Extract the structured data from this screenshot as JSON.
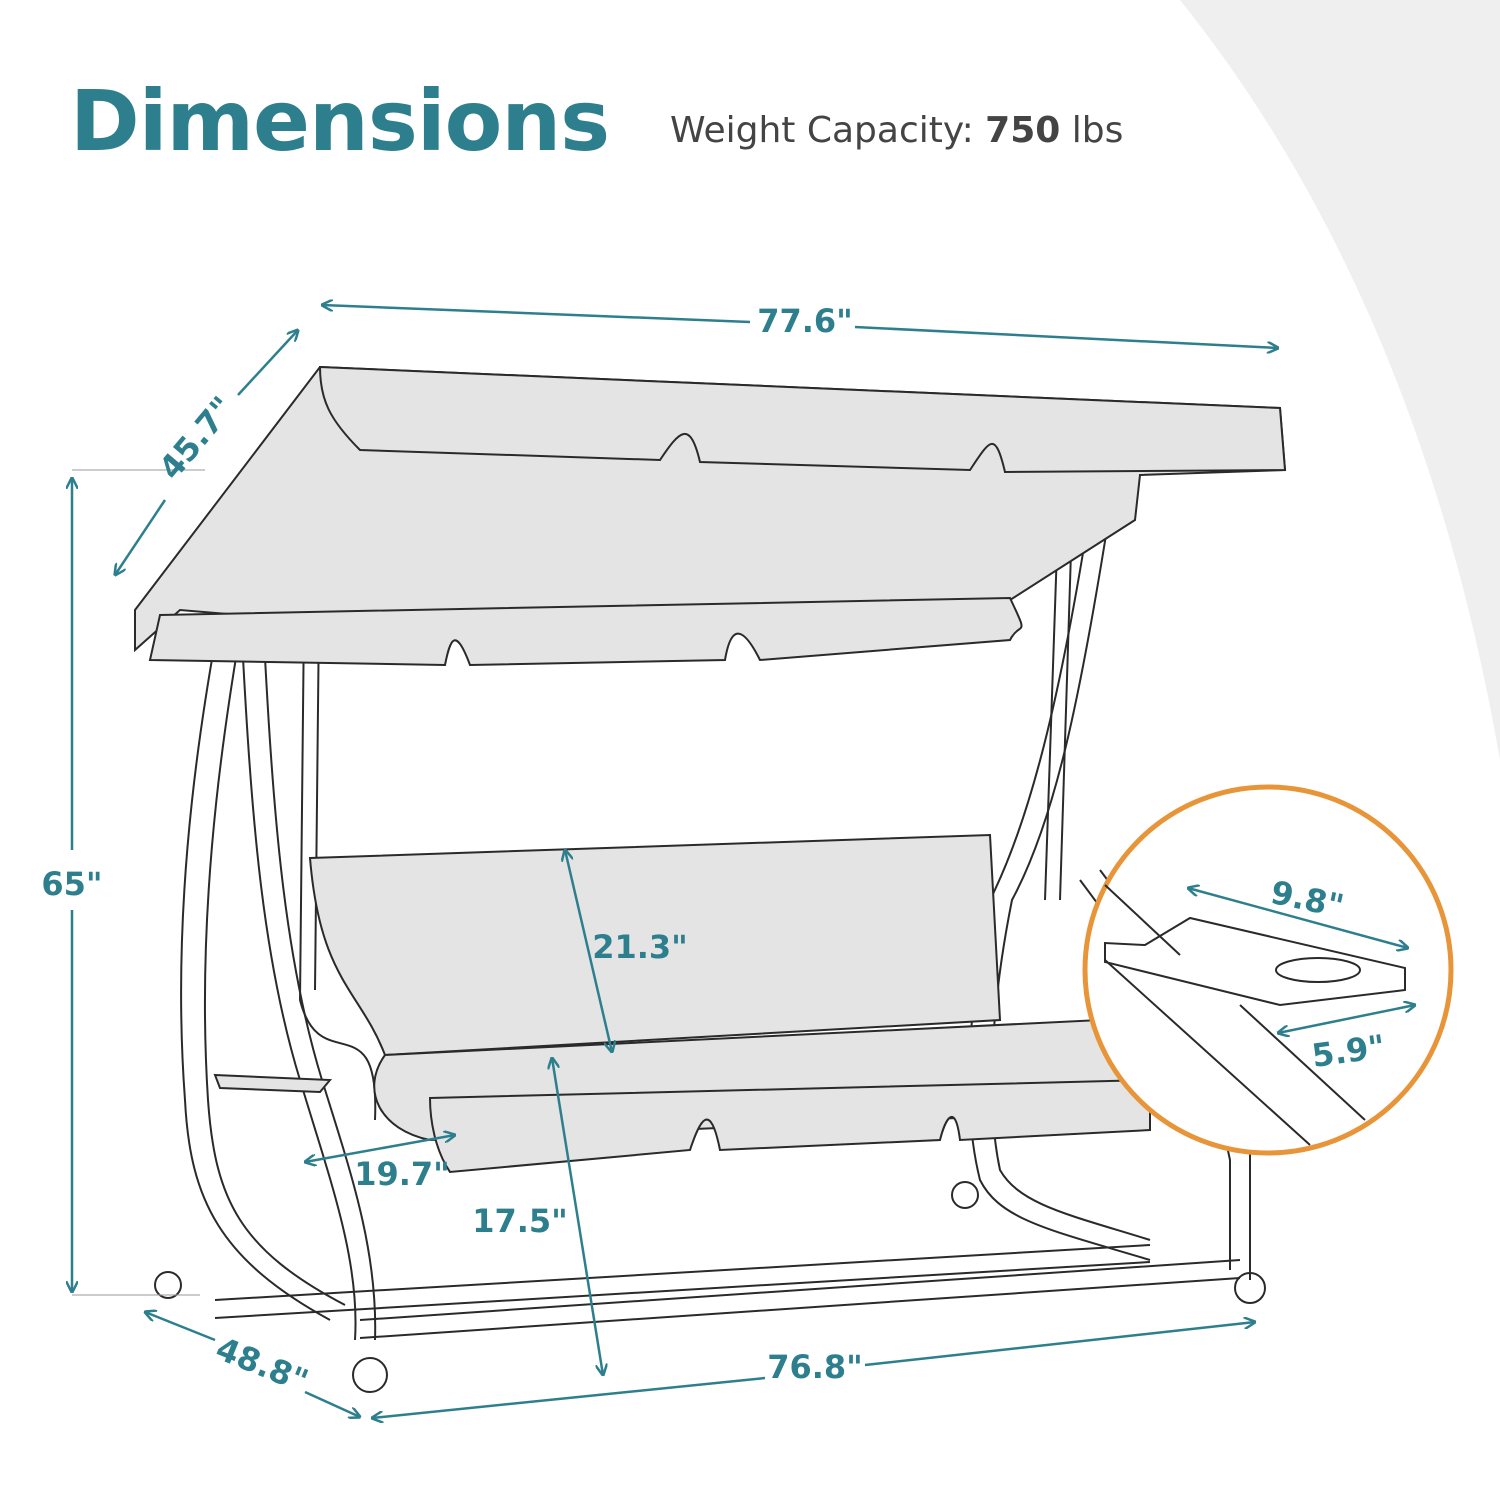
{
  "header": {
    "title": "Dimensions",
    "capacity_label": "Weight Capacity:",
    "capacity_value": "750",
    "capacity_unit": "lbs"
  },
  "dimensions": {
    "canopy_width": "77.6\"",
    "canopy_depth": "45.7\"",
    "height": "65\"",
    "backrest_height": "21.3\"",
    "seat_depth": "19.7\"",
    "seat_height": "17.5\"",
    "base_depth": "48.8\"",
    "base_width": "76.8\"",
    "tray_length": "9.8\"",
    "tray_width": "5.9\""
  },
  "colors": {
    "accent": "#2e7f8e",
    "highlight_ring": "#e8953a",
    "fabric": "#e4e4e4",
    "background_arc": "#efefef"
  }
}
